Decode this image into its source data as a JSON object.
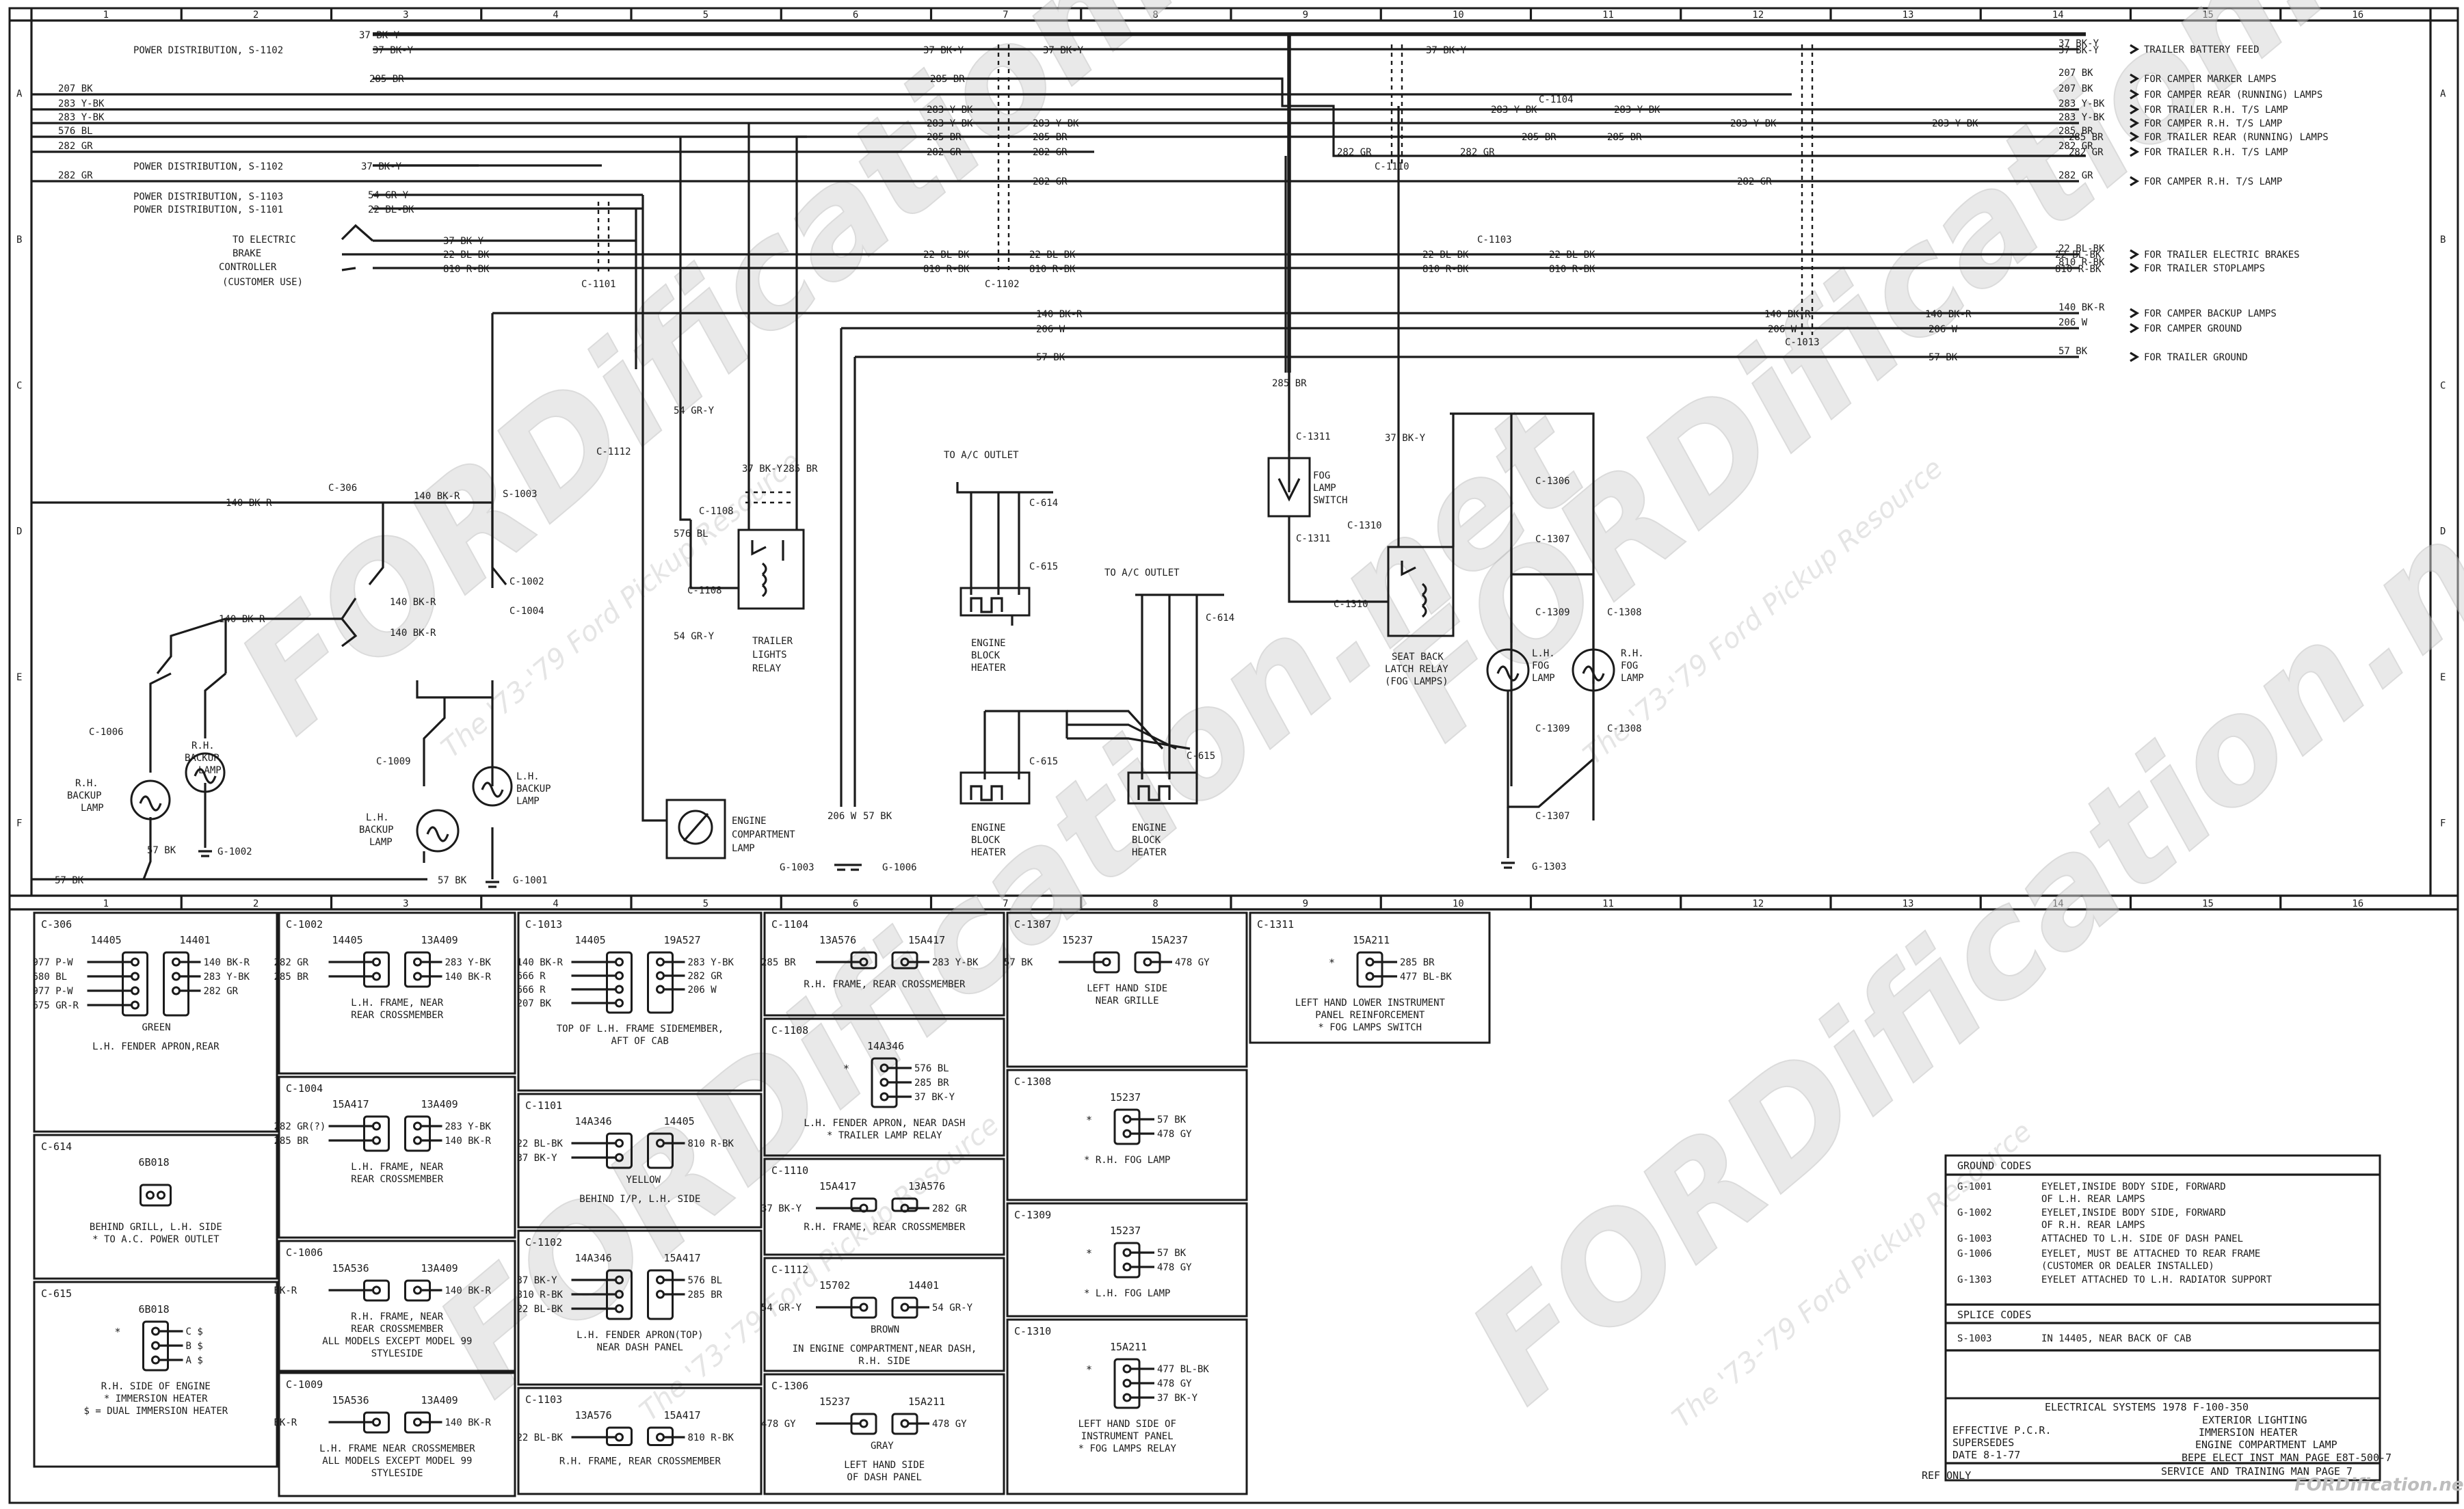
{
  "grid": {
    "columns": [
      "1",
      "2",
      "3",
      "4",
      "5",
      "6",
      "7",
      "8",
      "9",
      "10",
      "11",
      "12",
      "13",
      "14",
      "15",
      "16"
    ],
    "rows": [
      "A",
      "B",
      "C",
      "D",
      "E",
      "F"
    ]
  },
  "source_labels": {
    "pd1102a": "POWER DISTRIBUTION, S-1102",
    "pd1102b": "POWER DISTRIBUTION, S-1102",
    "pd1103": "POWER DISTRIBUTION, S-1103",
    "pd1101": "POWER DISTRIBUTION, S-1101",
    "brake_ctrl": "TO ELECTRIC\nBRAKE\nCONTROLLER\n(CUSTOMER USE)"
  },
  "left_wires": [
    "207 BK",
    "283 Y-BK",
    "283 Y-BK",
    "576 BL",
    "282 GR",
    "282 GR"
  ],
  "outputs": [
    {
      "wire": "37 BK-Y",
      "label": "TRAILER BATTERY FEED"
    },
    {
      "wire": "207 BK",
      "label": "FOR CAMPER MARKER LAMPS"
    },
    {
      "wire": "207 BK",
      "label": "FOR CAMPER REAR (RUNNING) LAMPS"
    },
    {
      "wire": "283 Y-BK",
      "label": "FOR TRAILER R.H. T/S LAMP"
    },
    {
      "wire": "283 Y-BK",
      "label": "FOR CAMPER R.H. T/S LAMP"
    },
    {
      "wire": "285 BR",
      "label": "FOR TRAILER REAR (RUNNING) LAMPS"
    },
    {
      "wire": "282 GR",
      "label": "FOR TRAILER R.H. T/S LAMP"
    },
    {
      "wire": "282 GR",
      "label": "FOR CAMPER R.H. T/S LAMP"
    },
    {
      "wire": "22 BL-BK",
      "label": "FOR TRAILER ELECTRIC BRAKES"
    },
    {
      "wire": "810 R-BK",
      "label": "FOR TRAILER STOPLAMPS"
    },
    {
      "wire": "140 BK-R",
      "label": "FOR CAMPER BACKUP LAMPS"
    },
    {
      "wire": "206 W",
      "label": "FOR CAMPER GROUND"
    },
    {
      "wire": "57 BK",
      "label": "FOR TRAILER GROUND"
    }
  ],
  "mid_wires": {
    "w37": "37 BK-Y",
    "w285": "285 BR",
    "w283": "283 Y-BK",
    "w282": "282 GR",
    "w22": "22 BL-BK",
    "w810": "810 R-BK",
    "w140": "140 BK-R",
    "w206": "206 W",
    "w57": "57 BK",
    "w54": "54 GR-Y",
    "w576": "576 BL"
  },
  "connectors": {
    "c1101": "C-1101",
    "c1102": "C-1102",
    "c1103": "C-1103",
    "c1104": "C-1104",
    "c1110": "C-1110",
    "c1013": "C-1013",
    "c1112": "C-1112",
    "c1108": "C-1108",
    "c306": "C-306",
    "s1003": "S-1003",
    "c1002": "C-1002",
    "c1004": "C-1004",
    "c1006": "C-1006",
    "c1009": "C-1009",
    "g1002": "G-1002",
    "g1001": "G-1001",
    "g1003": "G-1003",
    "g1006": "G-1006",
    "c614": "C-614",
    "c615": "C-615",
    "c1311": "C-1311",
    "c1310": "C-1310",
    "c1306": "C-1306",
    "c1307": "C-1307",
    "c1309": "C-1309",
    "c1308": "C-1308",
    "g1303": "G-1303"
  },
  "components": {
    "trailer_relay": "TRAILER\nLIGHTS\nRELAY",
    "eng_comp_lamp": "ENGINE\nCOMPARTMENT\nLAMP",
    "rh_backup": "R.H.\nBACKUP\nLAMP",
    "lh_backup": "L.H.\nBACKUP\nLAMP",
    "ac_outlet1": "TO A/C OUTLET",
    "ac_outlet2": "TO A/C OUTLET",
    "heater1": "ENGINE\nBLOCK\nHEATER",
    "heater2": "ENGINE\nBLOCK\nHEATER",
    "heater3": "ENGINE\nBLOCK\nHEATER",
    "fog_switch": "FOG\nLAMP\nSWITCH",
    "seat_relay": "SEAT BACK\nLATCH RELAY\n(FOG LAMPS)",
    "lh_fog": "L.H.\nFOG\nLAMP",
    "rh_fog": "R.H.\nFOG\nLAMP"
  },
  "connector_views": [
    {
      "id": "C-306",
      "parts": [
        "14405",
        "14401"
      ],
      "pins": [
        "977 P-W",
        "680 BL",
        "977 P-W",
        "675 GR-R",
        "140 BK-R",
        "283 Y-BK",
        "282 GR"
      ],
      "note": "GREEN",
      "location": "L.H. FENDER APRON,REAR"
    },
    {
      "id": "C-614",
      "parts": [
        "6B018"
      ],
      "pins": [],
      "note": "",
      "location": "BEHIND GRILL, L.H. SIDE\n* TO A.C. POWER OUTLET"
    },
    {
      "id": "C-615",
      "parts": [
        "6B018"
      ],
      "pins": [
        "C $",
        "B $",
        "A $"
      ],
      "note": "",
      "location": "R.H. SIDE OF ENGINE\n* IMMERSION HEATER\n$ = DUAL IMMERSION HEATER"
    },
    {
      "id": "C-1002",
      "parts": [
        "14405",
        "13A409"
      ],
      "pins": [
        "282 GR",
        "285 BR",
        "283 Y-BK",
        "140 BK-R"
      ],
      "note": "",
      "location": "L.H. FRAME, NEAR\nREAR CROSSMEMBER"
    },
    {
      "id": "C-1004",
      "parts": [
        "15A417",
        "13A409"
      ],
      "pins": [
        "282 GR(?)",
        "285 BR",
        "283 Y-BK",
        "140 BK-R"
      ],
      "note": "",
      "location": "L.H. FRAME, NEAR\nREAR CROSSMEMBER"
    },
    {
      "id": "C-1006",
      "parts": [
        "15A536",
        "13A409"
      ],
      "pins": [
        "BK-R",
        "140 BK-R"
      ],
      "note": "",
      "location": "R.H. FRAME, NEAR\nREAR CROSSMEMBER\nALL MODELS EXCEPT MODEL 99\nSTYLESIDE"
    },
    {
      "id": "C-1009",
      "parts": [
        "15A536",
        "13A409"
      ],
      "pins": [
        "BK-R",
        "140 BK-R"
      ],
      "note": "",
      "location": "L.H. FRAME NEAR CROSSMEMBER\nALL MODELS EXCEPT MODEL 99\nSTYLESIDE"
    },
    {
      "id": "C-1013",
      "parts": [
        "14405",
        "19A527"
      ],
      "pins": [
        "140 BK-R",
        "666 R",
        "666 R",
        "207 BK",
        "283 Y-BK",
        "282 GR",
        "206 W"
      ],
      "note": "",
      "location": "TOP OF L.H. FRAME SIDEMEMBER,\nAFT OF CAB"
    },
    {
      "id": "C-1101",
      "parts": [
        "14A346",
        "14405"
      ],
      "pins": [
        "22 BL-BK",
        "37 BK-Y",
        "810 R-BK"
      ],
      "note": "YELLOW",
      "location": "BEHIND I/P, L.H. SIDE"
    },
    {
      "id": "C-1102",
      "parts": [
        "14A346",
        "15A417"
      ],
      "pins": [
        "37 BK-Y",
        "810 R-BK",
        "22 BL-BK",
        "576 BL",
        "285 BR"
      ],
      "note": "",
      "location": "L.H. FENDER APRON(TOP)\nNEAR DASH PANEL"
    },
    {
      "id": "C-1103",
      "parts": [
        "13A576",
        "15A417"
      ],
      "pins": [
        "22 BL-BK",
        "810 R-BK"
      ],
      "note": "",
      "location": "R.H. FRAME, REAR CROSSMEMBER"
    },
    {
      "id": "C-1104",
      "parts": [
        "13A576",
        "15A417"
      ],
      "pins": [
        "285 BR",
        "283 Y-BK"
      ],
      "note": "",
      "location": "R.H. FRAME, REAR CROSSMEMBER"
    },
    {
      "id": "C-1108",
      "parts": [
        "14A346"
      ],
      "pins": [
        "576 BL",
        "285 BR",
        "37 BK-Y"
      ],
      "note": "",
      "location": "L.H. FENDER APRON, NEAR DASH\n* TRAILER LAMP RELAY"
    },
    {
      "id": "C-1110",
      "parts": [
        "15A417",
        "13A576"
      ],
      "pins": [
        "37 BK-Y",
        "282 GR"
      ],
      "note": "",
      "location": "R.H. FRAME, REAR CROSSMEMBER"
    },
    {
      "id": "C-1112",
      "parts": [
        "15702",
        "14401"
      ],
      "pins": [
        "54 GR-Y",
        "54 GR-Y"
      ],
      "note": "BROWN",
      "location": "IN ENGINE COMPARTMENT,NEAR DASH,\nR.H. SIDE"
    },
    {
      "id": "C-1306",
      "parts": [
        "15237",
        "15A211"
      ],
      "pins": [
        "478 GY",
        "478 GY"
      ],
      "note": "GRAY",
      "location": "LEFT HAND SIDE\nOF DASH PANEL"
    },
    {
      "id": "C-1307",
      "parts": [
        "15237",
        "15A237"
      ],
      "pins": [
        "57 BK",
        "478 GY"
      ],
      "note": "",
      "location": "LEFT HAND SIDE\nNEAR GRILLE"
    },
    {
      "id": "C-1308",
      "parts": [
        "15237"
      ],
      "pins": [
        "57 BK",
        "478 GY"
      ],
      "note": "",
      "location": "* R.H. FOG LAMP"
    },
    {
      "id": "C-1309",
      "parts": [
        "15237"
      ],
      "pins": [
        "57 BK",
        "478 GY"
      ],
      "note": "",
      "location": "* L.H. FOG LAMP"
    },
    {
      "id": "C-1310",
      "parts": [
        "15A211"
      ],
      "pins": [
        "477 BL-BK",
        "478 GY",
        "37 BK-Y"
      ],
      "note": "",
      "location": "LEFT HAND SIDE OF\nINSTRUMENT PANEL\n* FOG LAMPS RELAY"
    },
    {
      "id": "C-1311",
      "parts": [
        "15A211"
      ],
      "pins": [
        "285 BR",
        "477 BL-BK"
      ],
      "note": "",
      "location": "LEFT HAND LOWER INSTRUMENT\nPANEL REINFORCEMENT\n* FOG LAMPS SWITCH"
    }
  ],
  "ground_codes": {
    "title": "GROUND CODES",
    "rows": [
      {
        "code": "G-1001",
        "desc": "EYELET,INSIDE BODY SIDE, FORWARD\nOF L.H. REAR LAMPS"
      },
      {
        "code": "G-1002",
        "desc": "EYELET,INSIDE BODY SIDE, FORWARD\nOF R.H. REAR LAMPS"
      },
      {
        "code": "G-1003",
        "desc": "ATTACHED TO L.H. SIDE OF DASH PANEL"
      },
      {
        "code": "G-1006",
        "desc": "EYELET, MUST BE ATTACHED TO REAR FRAME\n(CUSTOMER OR DEALER INSTALLED)"
      },
      {
        "code": "G-1303",
        "desc": "EYELET ATTACHED TO L.H. RADIATOR SUPPORT"
      }
    ]
  },
  "splice_codes": {
    "title": "SPLICE CODES",
    "rows": [
      {
        "code": "S-1003",
        "desc": "IN 14405, NEAR BACK OF CAB"
      }
    ]
  },
  "title_block": {
    "line1": "ELECTRICAL SYSTEMS 1978 F-100-350",
    "subject": "EXTERIOR LIGHTING\nIMMERSION HEATER\nENGINE COMPARTMENT LAMP",
    "effective": "EFFECTIVE P.C.R.",
    "supersedes": "SUPERSEDES",
    "date": "DATE 8-1-77",
    "manual": "BEPE ELECT INST MAN PAGE E8T-500-7\nSERVICE AND TRAINING MAN PAGE 7",
    "ref": "REF ONLY"
  },
  "watermark": {
    "brand": "FORDification.net",
    "tagline": "The '73-'79 Ford Pickup Resource"
  }
}
